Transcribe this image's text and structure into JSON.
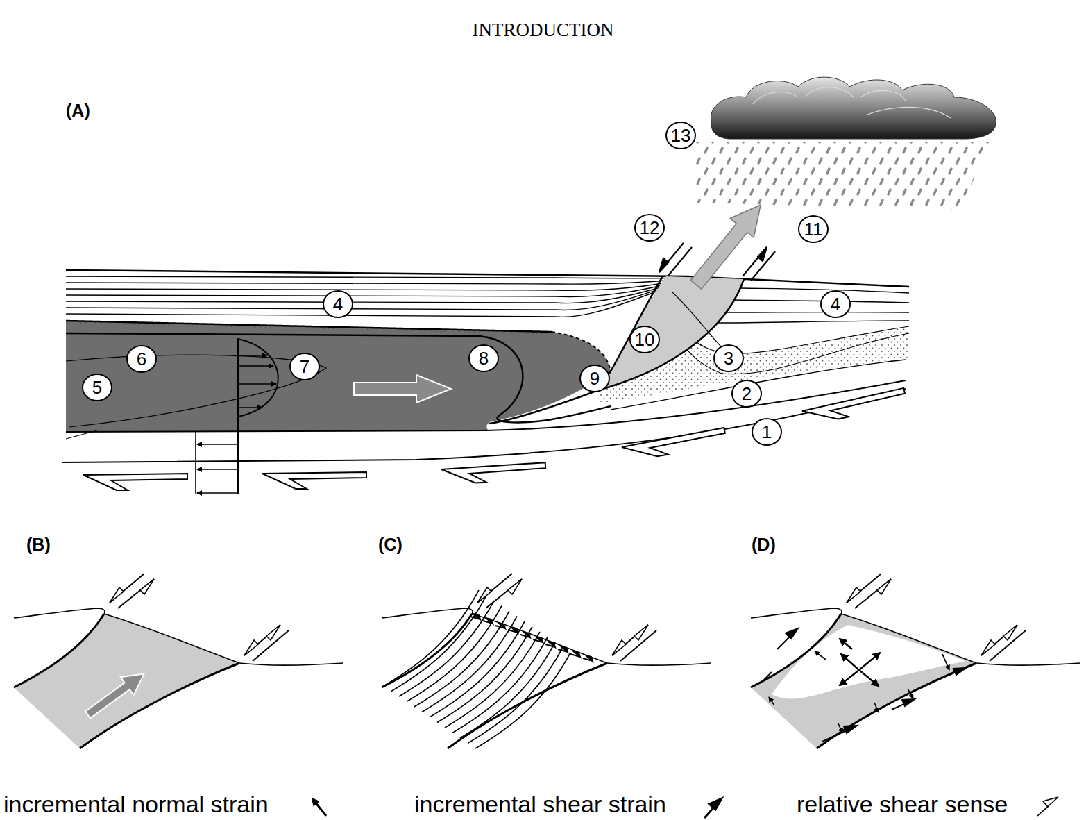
{
  "diagram": {
    "title": "INTRODUCTION",
    "nodes": [
      {
        "text": [
          "1"
        ]
      },
      {
        "text": [
          "2"
        ]
      },
      {
        "text": [
          "3"
        ]
      },
      {
        "text": [
          "4"
        ]
      },
      {
        "text": [
          "4"
        ]
      },
      {
        "text": [
          "5"
        ]
      },
      {
        "text": [
          "6"
        ]
      },
      {
        "text": [
          "7"
        ]
      },
      {
        "text": [
          "8"
        ]
      },
      {
        "text": [
          "9"
        ]
      },
      {
        "text": [
          "10"
        ]
      },
      {
        "text": [
          "11"
        ]
      },
      {
        "text": [
          "12"
        ]
      },
      {
        "text": [
          "13"
        ]
      }
    ],
    "labels": [
      "(A)",
      "(B)",
      "(C)",
      "(D)"
    ],
    "legend": [
      {
        "text": "incremental normal strain"
      },
      {
        "text": "incremental shear strain"
      },
      {
        "text": "relative shear sense"
      }
    ]
  }
}
